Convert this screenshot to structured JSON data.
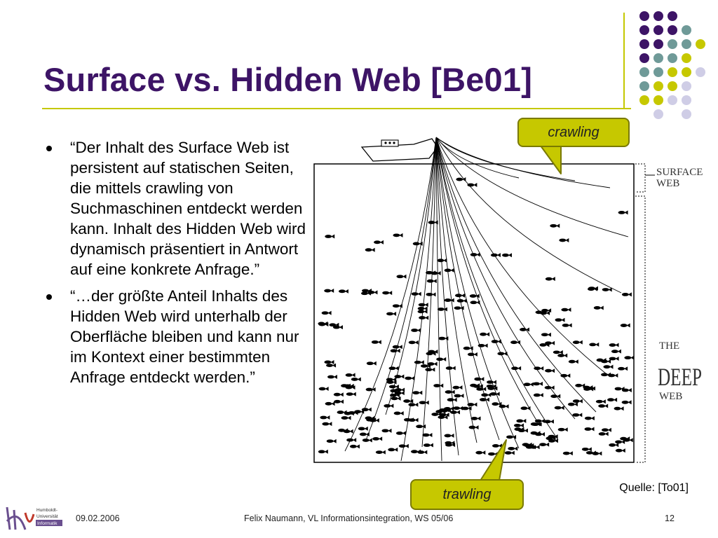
{
  "slide": {
    "title": "Surface vs. Hidden Web [Be01]",
    "bullets": [
      "“Der Inhalt des Surface Web ist persistent auf statischen Seiten, die mittels crawling von Suchmaschinen entdeckt werden kann. Inhalt des Hidden Web wird dynamisch präsentiert in Antwort auf eine konkrete Anfrage.”",
      "“…der größte Anteil Inhalts des Hidden Web wird unterhalb der Oberfläche bleiben und kann nur im Kontext einer bestimmten Anfrage entdeckt werden.”"
    ]
  },
  "figure": {
    "label_surface_1": "SURFACE",
    "label_surface_2": "WEB",
    "label_deep_1": "THE",
    "label_deep_2": "DEEP",
    "label_deep_3": "WEB"
  },
  "callouts": {
    "crawling": "crawling",
    "trawling": "trawling"
  },
  "source": "Quelle: [To01]",
  "footer": {
    "date": "09.02.2006",
    "center": "Felix Naumann, VL Informationsintegration, WS 05/06",
    "page": "12"
  },
  "logo": {
    "line1": "Humboldt-",
    "line2": "Universität",
    "line3": "Informatik"
  },
  "colors": {
    "title": "#3d1466",
    "accent_line": "#c4c800",
    "dot_purple": "#3d1466",
    "dot_teal": "#6f9a98",
    "dot_yellow": "#c6c800",
    "dot_lavender": "#cfcde6",
    "callout_fill": "#c6c800"
  }
}
